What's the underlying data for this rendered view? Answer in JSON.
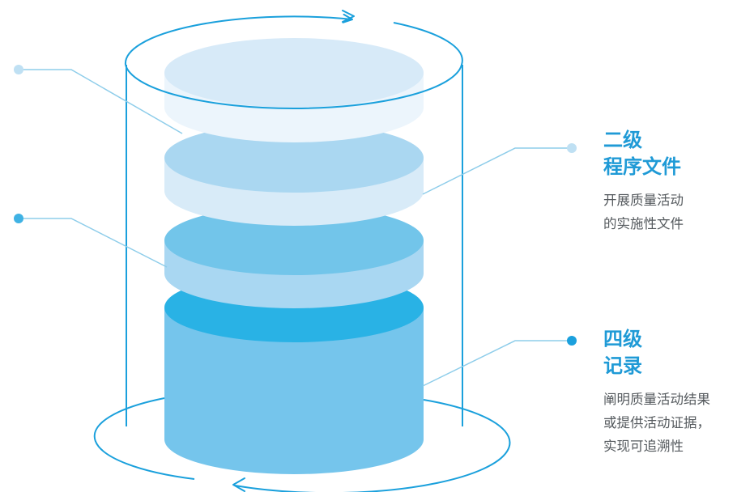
{
  "colors": {
    "outline": "#1aa0dc",
    "leader": "#8ecdea",
    "dot_light": "#bfe0f3",
    "dot_mid": "#3fb2e4",
    "dot_strong": "#1ba0dd",
    "title": "#1f9ad6",
    "desc": "#555a5e",
    "layer1_top": "#d7eaf8",
    "layer1_side": "#ecf5fc",
    "layer2_top": "#aad7f1",
    "layer2_side": "#d8ebf8",
    "layer3_top": "#72c5ea",
    "layer3_side": "#a9d7f2",
    "layer4_top": "#29b2e5",
    "layer4_side": "#75c5ec"
  },
  "icons": [
    "rotation-arrow-icon"
  ],
  "levels": [
    {
      "title_line1": "二级",
      "title_line2": "程序文件",
      "desc_lines": [
        "开展质量活动",
        "的实施性文件"
      ]
    },
    {
      "title_line1": "四级",
      "title_line2": "记录",
      "desc_lines": [
        "阐明质量活动结果",
        "或提供活动证据，",
        "实现可追溯性"
      ]
    }
  ]
}
